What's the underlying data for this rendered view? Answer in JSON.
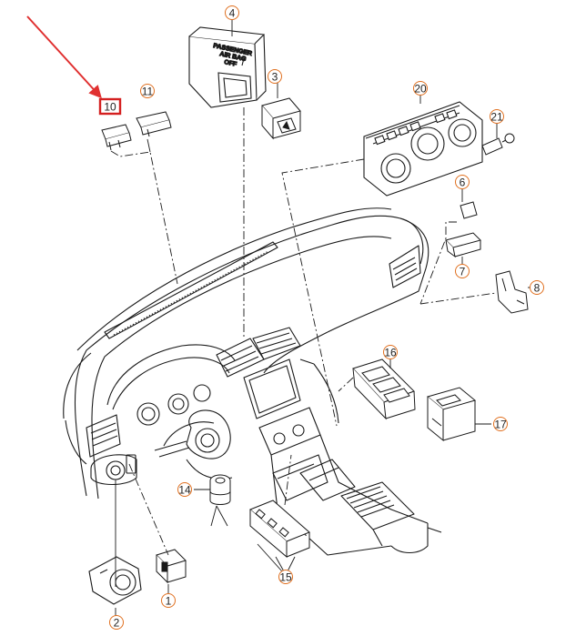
{
  "diagram": {
    "callouts": [
      {
        "id": "c1",
        "label": "1"
      },
      {
        "id": "c2",
        "label": "2"
      },
      {
        "id": "c3",
        "label": "3"
      },
      {
        "id": "c4",
        "label": "4"
      },
      {
        "id": "c6",
        "label": "6"
      },
      {
        "id": "c7",
        "label": "7"
      },
      {
        "id": "c8",
        "label": "8"
      },
      {
        "id": "c10",
        "label": "10"
      },
      {
        "id": "c11",
        "label": "11"
      },
      {
        "id": "c14",
        "label": "14"
      },
      {
        "id": "c15",
        "label": "15"
      },
      {
        "id": "c16",
        "label": "16"
      },
      {
        "id": "c17",
        "label": "17"
      },
      {
        "id": "c20",
        "label": "20"
      },
      {
        "id": "c21",
        "label": "21"
      }
    ],
    "part4_text": [
      "PASSENGER",
      "AIR BAG",
      "OFF"
    ],
    "colors": {
      "line": "#1a1a1a",
      "callout_circle": "#e07020",
      "highlight_box": "#d42020",
      "arrow": "#e03030"
    }
  }
}
